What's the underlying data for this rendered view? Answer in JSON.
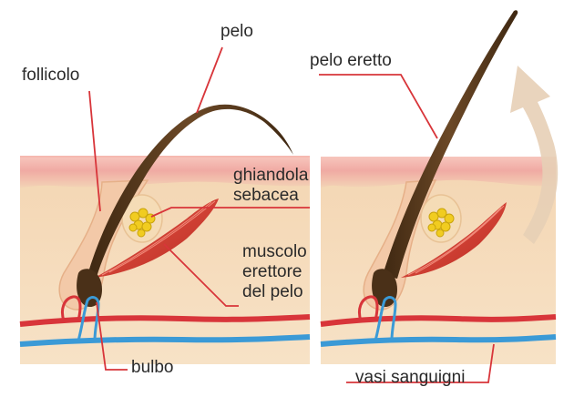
{
  "labels": {
    "pelo": "pelo",
    "follicolo": "follicolo",
    "ghiandola": "ghiandola\nsebacea",
    "muscolo": "muscolo\nerettore\ndel pelo",
    "bulbo": "bulbo",
    "pelo_eretto": "pelo eretto",
    "vasi": "vasi sanguigni"
  },
  "colors": {
    "leader": "#d8353a",
    "skin_top": "#f2b7b0",
    "dermis": "#f6d7b5",
    "hair": "#5a3b20",
    "muscle": "#d23a2a",
    "gland": "#f1cc20",
    "artery": "#d8353a",
    "vein": "#3b9ad6",
    "arrow": "#e7cfb6"
  }
}
